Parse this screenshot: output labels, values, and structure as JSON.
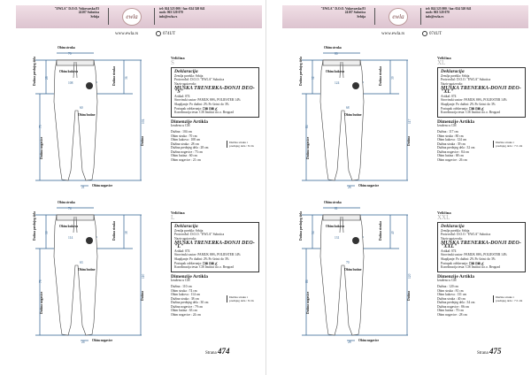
{
  "header": {
    "address": [
      "\"EWLA\" D.O.O. Vukovarska 83",
      "24107 Subotica",
      "Srbija"
    ],
    "contact": [
      "tel: 024 523 000 / fax: 024 520 041",
      "mob: 063 520 070",
      "info@ewla.rs"
    ],
    "logo": "ewla",
    "website": "www.ewla.rs",
    "model_code": "074UT"
  },
  "labels": {
    "waist": "Obim struka",
    "hip": "Obim kukova",
    "thigh": "Obim butine",
    "hem": "Obim nogavice",
    "rise": "Dužina prednjeg dela",
    "waist_height": "Dužina struka",
    "inseam": "Dužina nogavice",
    "length": "Dužina",
    "size_title": "Veličina",
    "decl_title": "Deklaracija",
    "origin": "Zemlja porekla: Srbija",
    "maker": "Proizvođač: D.O.O. \"EWLA\" Subotica",
    "product_label": "Naziv proizvoda:",
    "article": "Artikal: 074",
    "composition": "Sirovinski sastav: PAMUK 86%, POLIESTER 14%",
    "shrink": "Skupljanje: Po dužini: 2%  Po širini: do 3%",
    "care": "Postupak održavanja:",
    "care_symbols": "☐⊠ ⊡⊠ △̸",
    "testing": "Koordinacija testa: CIS Institut d.o.o. Beograd",
    "dims_title": "Dimenzije Artikla",
    "dims_unit": "Izraženo u CM"
  },
  "pages": [
    {
      "number": "474",
      "page_label": "Strana",
      "panels": [
        {
          "size": "S",
          "product": "MUŠKA TRENERKA-DONJI DEO-\"S\"",
          "waist": "70",
          "hip": "108",
          "thigh": "60",
          "hem": "21",
          "rise": "28",
          "waist_height": "36",
          "inseam": "75",
          "length": "104",
          "dims": [
            "Dužina : 104 cm",
            "Obim struka : 70 cm",
            "Obim kukova : 108 cm",
            "Dužina struka : 28 cm",
            "Dužina prednjeg dela : 28 cm",
            "Dužina nogavice : 75 cm",
            "Obim butina : 60 cm",
            "Obim nogavice : 21 cm"
          ],
          "note": "Dužina struka i prednjeg dela : 8 cm"
        },
        {
          "size": "L",
          "product": "MUŠKA TRENERKA-DONJI DEO-\"L\"",
          "waist": "74",
          "hip": "114",
          "thigh": "63",
          "hem": "24",
          "rise": "30",
          "waist_height": "38",
          "inseam": "79",
          "length": "110",
          "dims": [
            "Dužina : 110 cm",
            "Obim struka : 74 cm",
            "Obim kukova : 114 cm",
            "Dužina struka : 38 cm",
            "Dužina prednjeg dela : 30 cm",
            "Dužina nogavice : 79 cm",
            "Obim butina : 63 cm",
            "Obim nogavice : 24 cm"
          ],
          "note": "Dužina struka i prednjeg dela : 8 cm"
        }
      ]
    },
    {
      "number": "475",
      "page_label": "Strana",
      "panels": [
        {
          "size": "XL",
          "product": "MUŠKA TRENERKA-DONJI DEO-\"XL\"",
          "waist": "80",
          "hip": "124",
          "thigh": "68",
          "hem": "26",
          "rise": "32",
          "waist_height": "39",
          "inseam": "84",
          "length": "117",
          "dims": [
            "Dužina : 117 cm",
            "Obim struka : 80 cm",
            "Obim kukova : 124 cm",
            "Dužina struka : 39 cm",
            "Dužina prednjeg dela : 32 cm",
            "Dužina nogavice : 84 cm",
            "Obim butina : 68 cm",
            "Obim nogavice : 26 cm"
          ],
          "note": "Dužina struka i prednjeg dela : 7.5 cm"
        },
        {
          "size": "XXL",
          "product": "MUŠKA TRENERKA-DONJI DEO-\"XXL\"",
          "waist": "81",
          "hip": "131",
          "thigh": "70",
          "hem": "28",
          "rise": "34",
          "waist_height": "40",
          "inseam": "86",
          "length": "120",
          "dims": [
            "Dužina : 120 cm",
            "Obim struka : 81 cm",
            "Obim kukova : 131 cm",
            "Dužina struka : 40 cm",
            "Dužina prednjeg dela : 34 cm",
            "Dužina nogavice : 86 cm",
            "Obim butina : 70 cm",
            "Obim nogavice : 28 cm"
          ],
          "note": "Dužina struka i prednjeg dela : 7.5 cm"
        }
      ]
    }
  ],
  "colors": {
    "dim_line": "#2d5f8f",
    "band": "#e6d0da"
  }
}
